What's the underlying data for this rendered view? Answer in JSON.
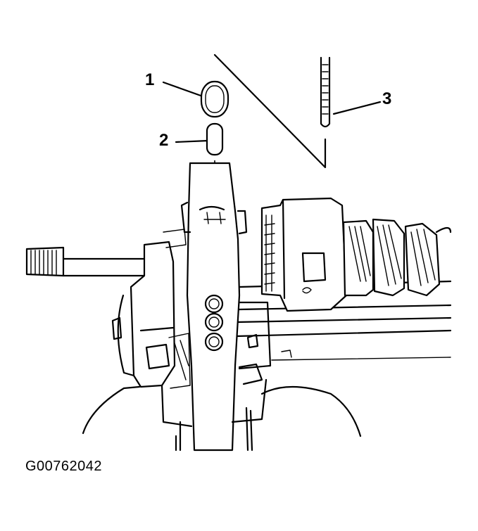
{
  "callouts": {
    "one": "1",
    "two": "2",
    "three": "3"
  },
  "figure_id": "G00762042"
}
